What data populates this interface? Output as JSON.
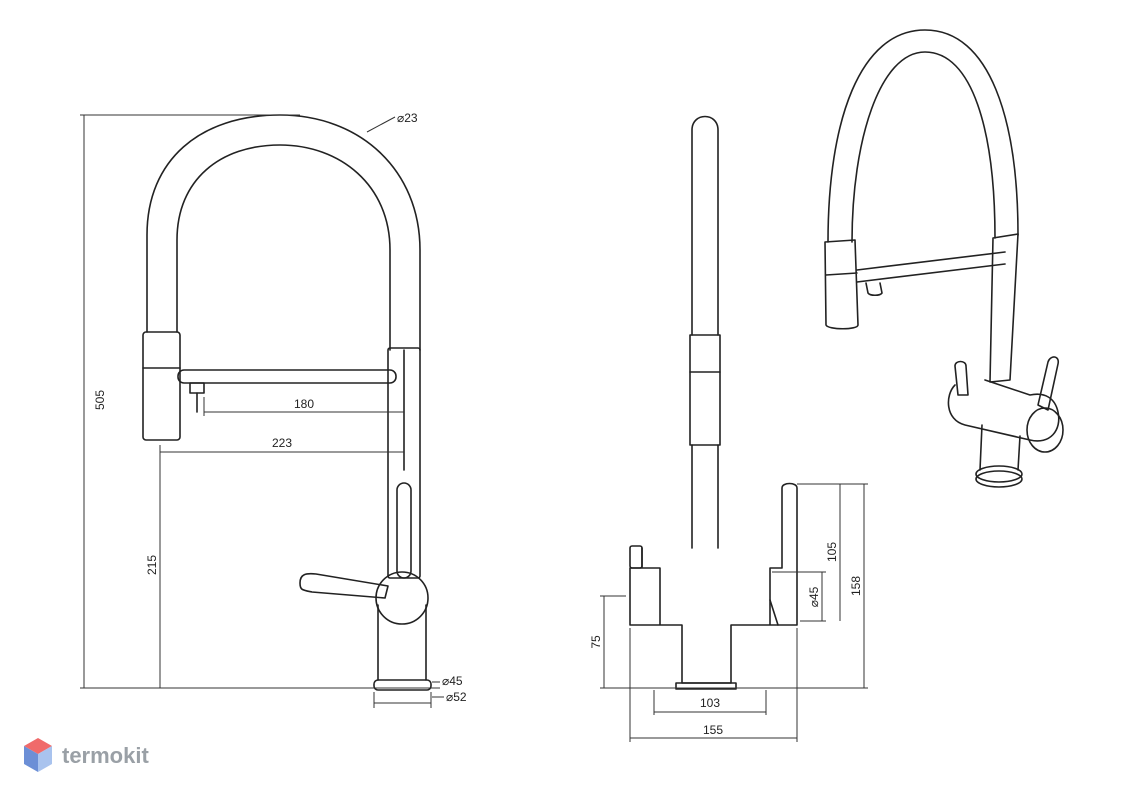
{
  "brand": {
    "name": "termokit",
    "colors": {
      "cube_top": "#f06a6a",
      "cube_left": "#6c8fd6",
      "cube_right": "#a9c3ee",
      "text": "#9aa0a6"
    }
  },
  "front_view": {
    "dimensions": {
      "hose_diameter": "⌀23",
      "total_height": "505",
      "spout_reach_180": "180",
      "spout_reach_223": "223",
      "outlet_height": "215",
      "base_diameter_45": "⌀45",
      "base_diameter_52": "⌀52"
    }
  },
  "side_view": {
    "dimensions": {
      "width_103": "103",
      "width_155": "155",
      "height_75": "75",
      "diameter_45": "⌀45",
      "height_105": "105",
      "height_158": "158"
    }
  },
  "perspective_view": {}
}
